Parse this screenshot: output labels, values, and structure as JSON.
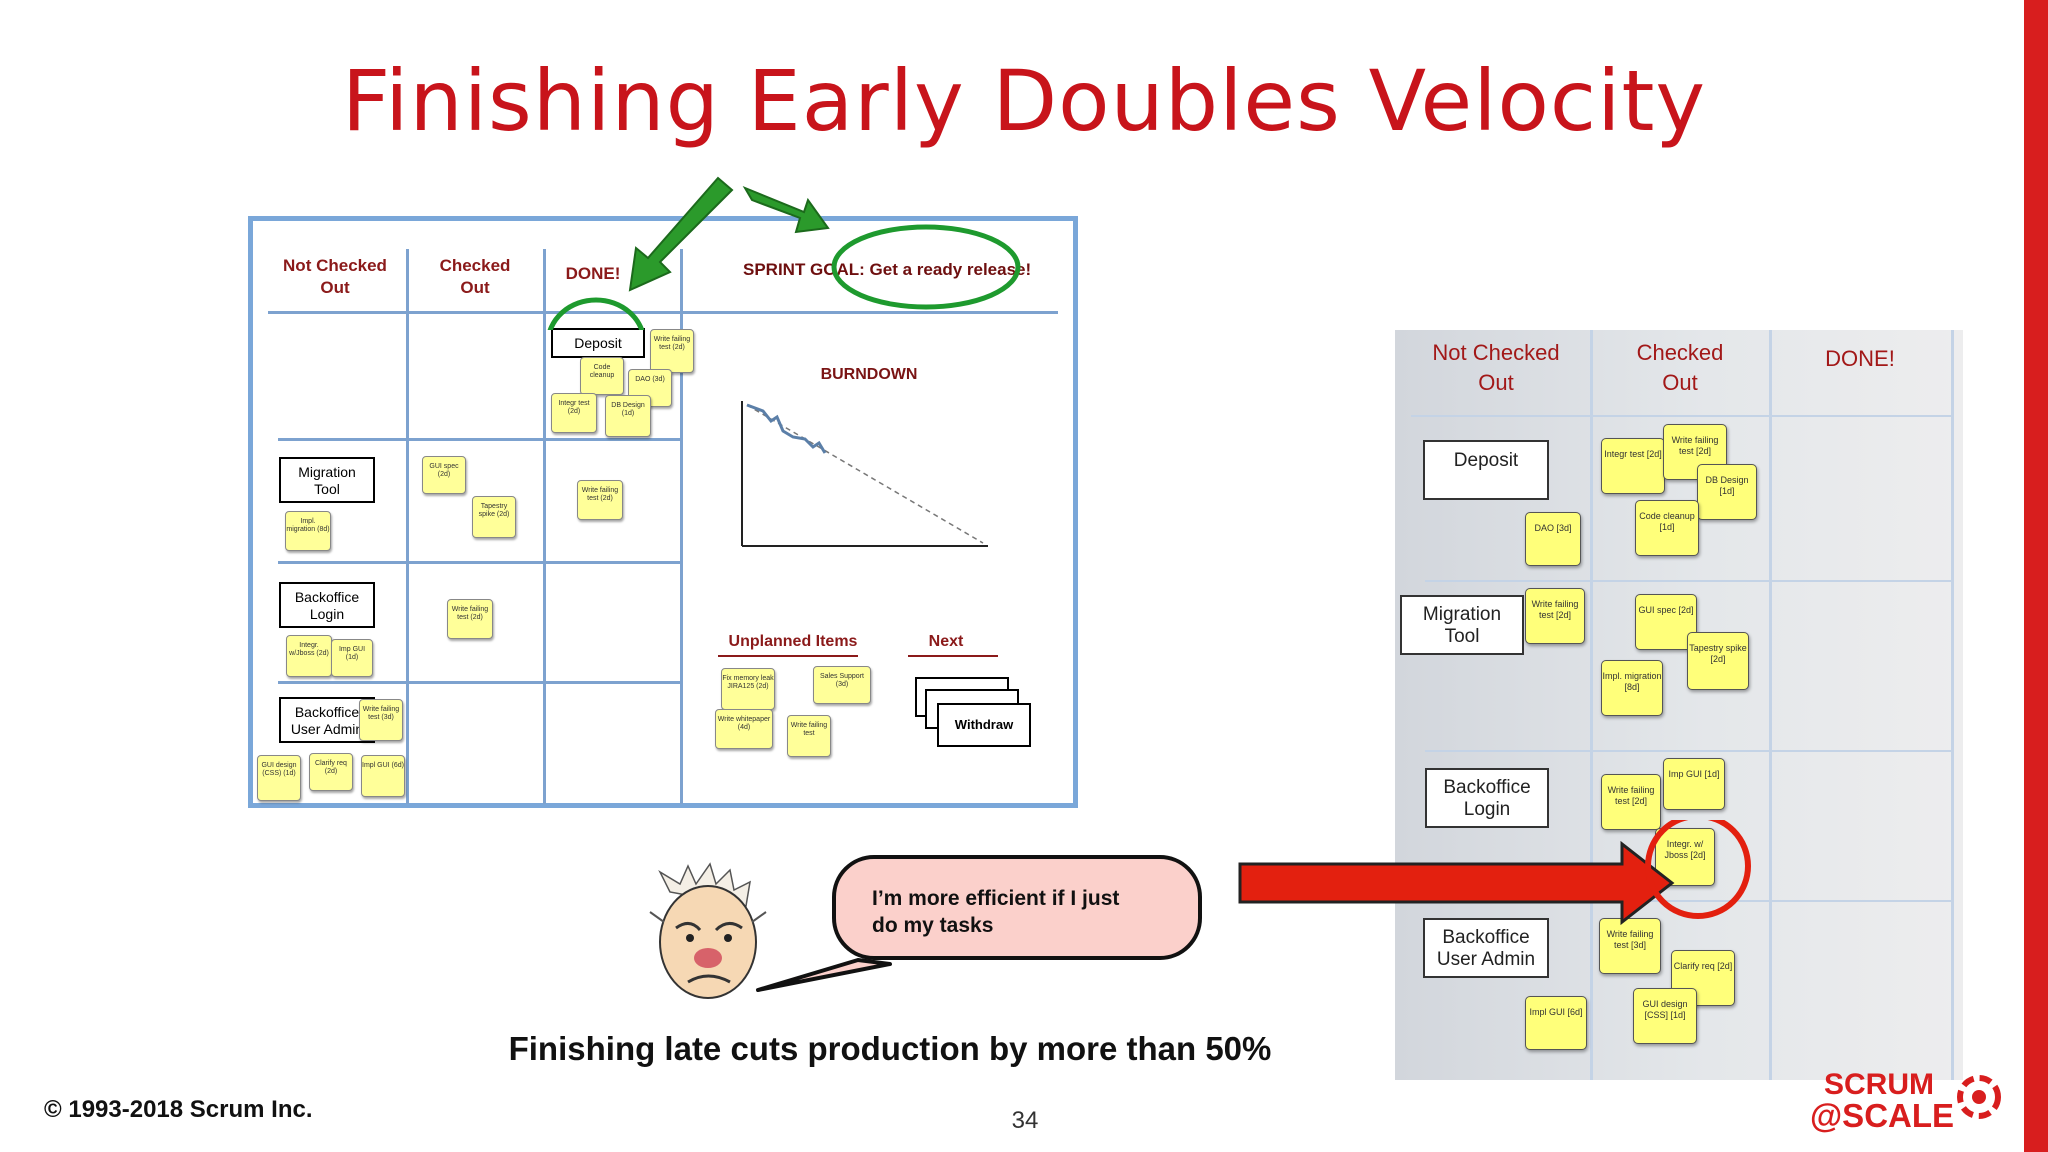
{
  "slide": {
    "title": "Finishing Early Doubles Velocity",
    "caption": "Finishing late cuts production by more than 50%",
    "speech": [
      "I’m more efficient if I just",
      "do my tasks"
    ],
    "copyright": "© 1993-2018 Scrum Inc.",
    "page_number": "34",
    "logo": {
      "line1": "SCRUM",
      "line2": "@SCALE"
    },
    "accent_color": "#c8141b"
  },
  "left_board": {
    "headers": {
      "not_checked": [
        "Not Checked",
        "Out"
      ],
      "checked": [
        "Checked",
        "Out"
      ],
      "done": "DONE!",
      "sprint_goal": "SPRINT GOAL: Get a ready release!"
    },
    "burndown_label": "BURNDOWN",
    "unplanned_label": "Unplanned Items",
    "next_label": "Next",
    "withdraw_label": "Withdraw",
    "stories": {
      "deposit": "Deposit",
      "migration": [
        "Migration",
        "Tool"
      ],
      "backoffice_login": [
        "Backoffice",
        "Login"
      ],
      "backoffice_admin": [
        "Backoffice",
        "User Admin"
      ]
    },
    "stickies": {
      "s1": "Write failing test (2d)",
      "s2": "Code cleanup",
      "s3": "DAO (3d)",
      "s4": "Integr test (2d)",
      "s5": "DB Design (1d)",
      "s6": "GUI spec (2d)",
      "s7": "Tapestry spike (2d)",
      "s8": "Write failing test (2d)",
      "s9": "Impl. migration (8d)",
      "s10": "Write failing test (2d)",
      "s11": "Integr. w/Jboss (2d)",
      "s12": "Imp GUI (1d)",
      "s13": "Write failing test (3d)",
      "s14": "GUI design (CSS) (1d)",
      "s15": "Clarify req (2d)",
      "s16": "Impl GUI (6d)",
      "s17": "Fix memory leak JIRA125 (2d)",
      "s18": "Sales Support (3d)",
      "s19": "Write whitepaper (4d)",
      "s20": "Write failing test"
    }
  },
  "right_board": {
    "headers": {
      "not_checked": [
        "Not Checked",
        "Out"
      ],
      "checked": [
        "Checked",
        "Out"
      ],
      "done": "DONE!"
    },
    "stories": {
      "deposit": "Deposit",
      "migration": [
        "Migration",
        "Tool"
      ],
      "backoffice_login": [
        "Backoffice",
        "Login"
      ],
      "backoffice_admin": [
        "Backoffice",
        "User Admin"
      ]
    },
    "stickies": {
      "r1": "Integr test [2d]",
      "r2": "Write failing test [2d]",
      "r3": "DB Design [1d]",
      "r4": "Code cleanup [1d]",
      "r5": "DAO [3d]",
      "r6": "Write failing test [2d]",
      "r7": "GUI spec [2d]",
      "r8": "Tapestry spike [2d]",
      "r9": "Impl. migration [8d]",
      "r10": "Write failing test [2d]",
      "r11": "Imp GUI [1d]",
      "r12": "Integr. w/ Jboss [2d]",
      "r13": "Write failing test [3d]",
      "r14": "Clarify req [2d]",
      "r15": "GUI design [CSS] [1d]",
      "r16": "Impl GUI [6d]"
    }
  }
}
